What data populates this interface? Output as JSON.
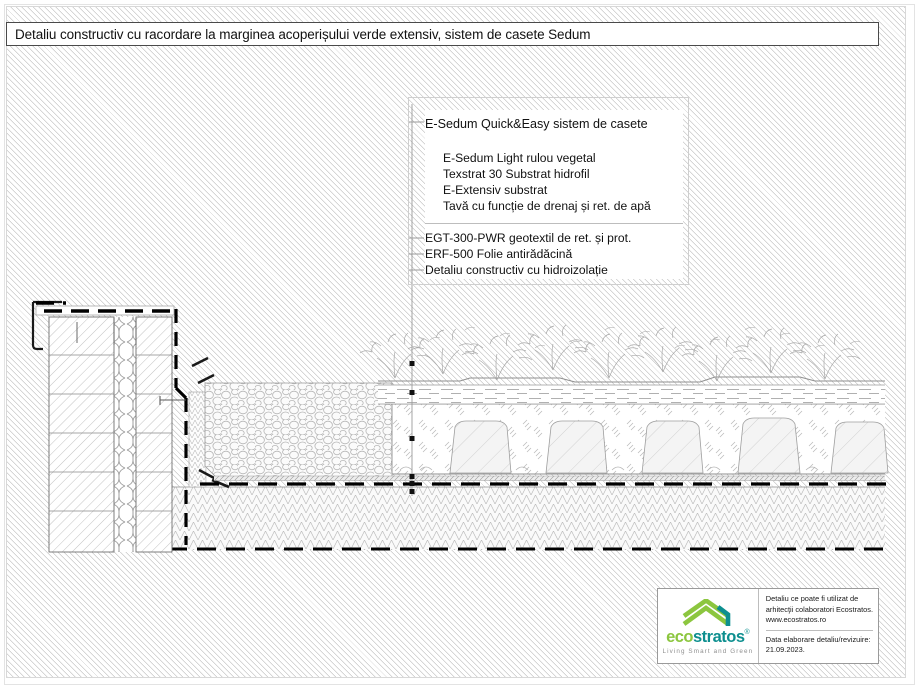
{
  "document": {
    "title": "Detaliu constructiv cu racordare la marginea acoperișului verde extensiv,  sistem de casete Sedum"
  },
  "legend": {
    "heading": "E-Sedum Quick&Easy sistem de casete",
    "group_layers": [
      {
        "label": "E-Sedum Light rulou vegetal"
      },
      {
        "label": "Texstrat 30 Substrat hidrofil"
      },
      {
        "label": "E-Extensiv substrat"
      },
      {
        "label": "Tavă cu funcție de drenaj și ret. de apă"
      }
    ],
    "base_layers": [
      {
        "label": "EGT-300-PWR geotextil de ret. și prot."
      },
      {
        "label": "ERF-500 Folie antirădăcină"
      },
      {
        "label": "Detaliu constructiv cu hidroizolație"
      }
    ]
  },
  "titleblock": {
    "logo": {
      "word_part1": "eco",
      "word_part2": "stratos",
      "trademark": "®",
      "tagline": "Living Smart and Green",
      "mark_color": "#8cc63f",
      "mark_color_dark": "#0d8f8f"
    },
    "note_lines": [
      "Detaliu ce poate fi utilizat de",
      "arhitecţii colaboratori Ecostratos.",
      "www.ecostratos.ro"
    ],
    "date_label": "Data elaborare detaliu/revizuire:",
    "date_value": "21.09.2023."
  },
  "drawing": {
    "colors": {
      "line": "#111111",
      "hatch": "#c9c9c9",
      "membrane": "#000000",
      "light_line": "#9a9a9a"
    },
    "parts": [
      {
        "name": "parapet-wall"
      },
      {
        "name": "parapet-cap"
      },
      {
        "name": "wall-insulation-core"
      },
      {
        "name": "gravel-ballast"
      },
      {
        "name": "waterproofing-membrane"
      },
      {
        "name": "concrete-slab"
      },
      {
        "name": "sedum-vegetation"
      },
      {
        "name": "texstrat-layer"
      },
      {
        "name": "substrate-layer"
      },
      {
        "name": "drainage-cassette-tray"
      },
      {
        "name": "geotextile-layer"
      },
      {
        "name": "root-barrier-foil"
      }
    ]
  }
}
